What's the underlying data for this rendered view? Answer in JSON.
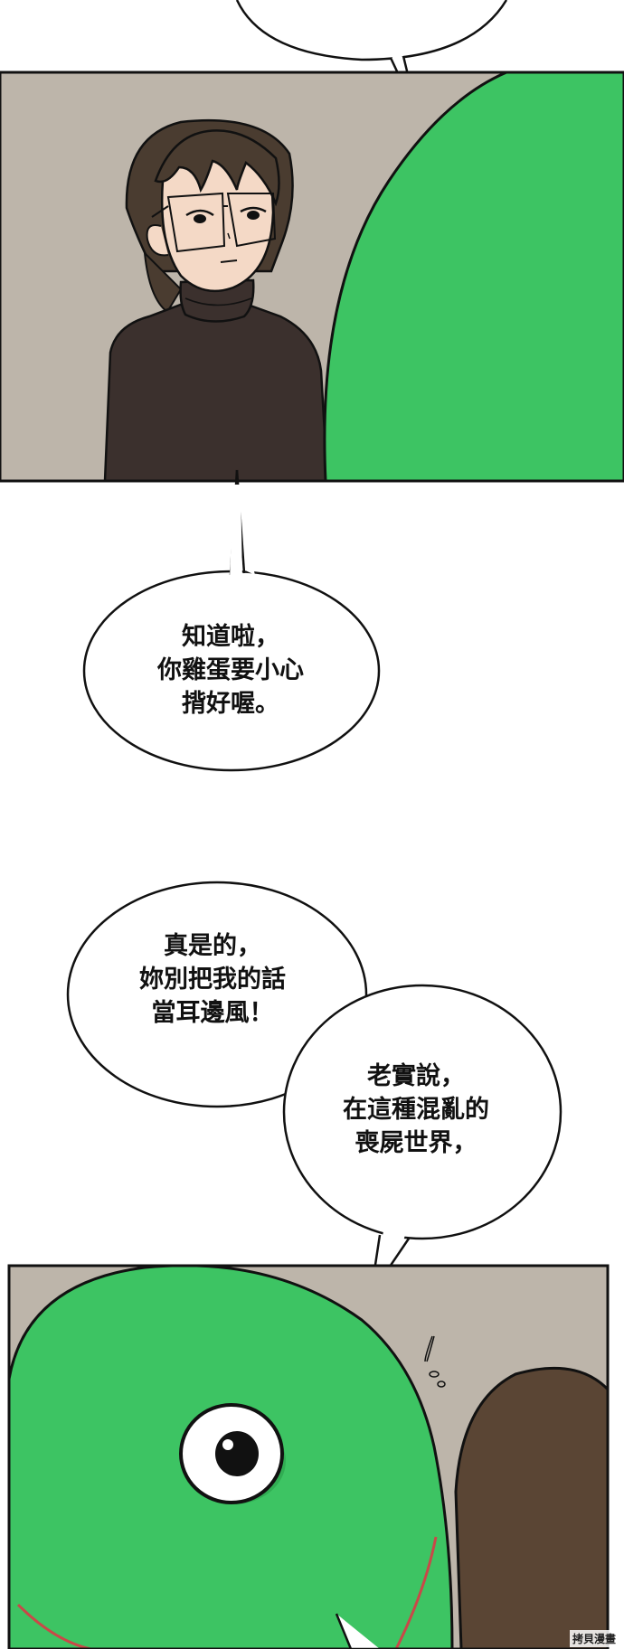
{
  "colors": {
    "wall": "#bdb5aa",
    "monster_green": "#3dc463",
    "hair": "#4a3c30",
    "sweater": "#3b302d",
    "skin": "#f4d9c6",
    "outline": "#111111",
    "bubble_fill": "#ffffff"
  },
  "bubbles": {
    "b1": {
      "lines": [
        "知道啦，",
        "你雞蛋要小心",
        "揹好喔。"
      ]
    },
    "b2": {
      "lines": [
        "真是的，",
        "妳別把我的話",
        "當耳邊風！"
      ]
    },
    "b3": {
      "lines": [
        "老實說，",
        "在這種混亂的",
        "喪屍世界，"
      ]
    }
  },
  "watermark": "拷貝漫畫"
}
